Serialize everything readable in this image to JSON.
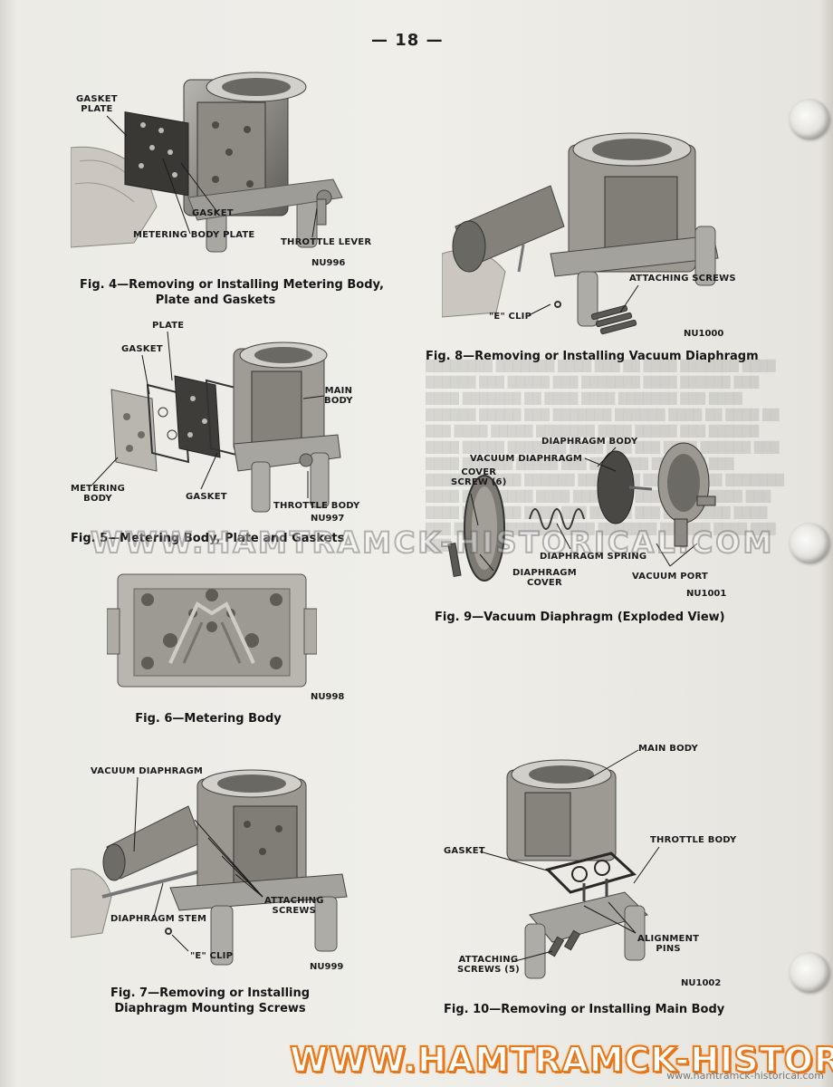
{
  "page": {
    "number": "— 18 —"
  },
  "fig4": {
    "labels": {
      "gasket_plate": "GASKET\nPLATE",
      "gasket": "GASKET",
      "metering_body_plate": "METERING BODY PLATE",
      "throttle_lever": "THROTTLE LEVER"
    },
    "code": "NU996",
    "caption_line1": "Fig. 4—Removing or Installing Metering Body,",
    "caption_line2": "Plate and Gaskets"
  },
  "fig5": {
    "labels": {
      "plate": "PLATE",
      "gasket_top": "GASKET",
      "main_body": "MAIN\nBODY",
      "metering_body": "METERING\nBODY",
      "gasket_bottom": "GASKET",
      "throttle_body": "THROTTLE BODY"
    },
    "code": "NU997",
    "caption": "Fig. 5—Metering Body, Plate and Gaskets"
  },
  "fig6": {
    "code": "NU998",
    "caption": "Fig. 6—Metering Body"
  },
  "fig7": {
    "labels": {
      "vacuum_diaphragm": "VACUUM DIAPHRAGM",
      "attaching_screws": "ATTACHING\nSCREWS",
      "diaphragm_stem": "DIAPHRAGM STEM",
      "e_clip": "\"E\" CLIP"
    },
    "code": "NU999",
    "caption_line1": "Fig. 7—Removing or Installing",
    "caption_line2": "Diaphragm Mounting Screws"
  },
  "fig8": {
    "labels": {
      "attaching_screws": "ATTACHING SCREWS",
      "e_clip": "\"E\" CLIP"
    },
    "code": "NU1000",
    "caption": "Fig. 8—Removing or Installing Vacuum Diaphragm"
  },
  "fig9": {
    "labels": {
      "diaphragm_body": "DIAPHRAGM BODY",
      "vacuum_diaphragm": "VACUUM DIAPHRAGM",
      "cover_screw": "COVER\nSCREW (6)",
      "diaphragm_spring": "DIAPHRAGM SPRING",
      "diaphragm_cover": "DIAPHRAGM\nCOVER",
      "vacuum_port": "VACUUM PORT"
    },
    "code": "NU1001",
    "caption": "Fig. 9—Vacuum Diaphragm (Exploded View)"
  },
  "fig10": {
    "labels": {
      "main_body": "MAIN BODY",
      "throttle_body": "THROTTLE BODY",
      "gasket": "GASKET",
      "alignment_pins": "ALIGNMENT\nPINS",
      "attaching_screws": "ATTACHING\nSCREWS (5)"
    },
    "code": "NU1002",
    "caption": "Fig. 10—Removing or Installing Main Body"
  },
  "watermark": {
    "middle": "WWW.HAMTRAMCK-HISTORICAL.COM",
    "banner": "WWW.HAMTRAMCK-HISTORICAL.COM",
    "footer_url": "www.hamtramck-historical.com"
  },
  "colors": {
    "paper": "#ecebe6",
    "ink": "#1e1e1e",
    "banner_orange": "#e9781a"
  }
}
